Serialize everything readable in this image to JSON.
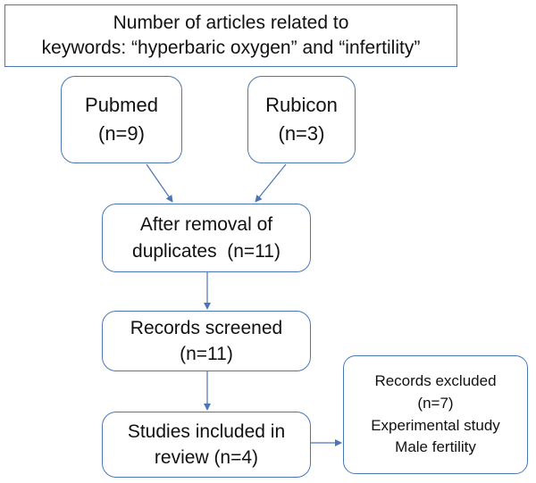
{
  "header": {
    "lines": [
      "Number of articles related to",
      "keywords: “hyperbaric oxygen” and “infertility”"
    ]
  },
  "sources": [
    {
      "label": "Pubmed",
      "count": "(n=9)"
    },
    {
      "label": "Rubicon",
      "count": "(n=3)"
    }
  ],
  "deduplication": {
    "lines": [
      "After removal of",
      "duplicates  (n=11)"
    ]
  },
  "screened": {
    "lines": [
      "Records screened",
      "(n=11)"
    ]
  },
  "included": {
    "lines": [
      "Studies included in",
      "review (n=4)"
    ]
  },
  "excluded": {
    "lines": [
      "Records excluded",
      "(n=7)",
      "Experimental study",
      "Male fertility"
    ]
  },
  "colors": {
    "border": "#4a76b8",
    "connector": "#4a76b8"
  }
}
